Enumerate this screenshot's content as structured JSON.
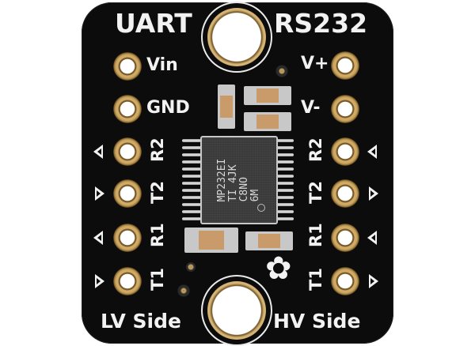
{
  "board": {
    "description": "Adafruit RS232 to UART breakout PCB (black) with gold plated pads",
    "colors": {
      "pcb": "#0c0c0c",
      "silkscreen": "#f2f2f2",
      "gold": "#c9a45d",
      "chip": "#3a3a3a",
      "capacitor": "#c99a6a"
    },
    "header": {
      "left_title": "UART",
      "right_title": "RS232"
    },
    "left_pins": [
      {
        "label": "Vin",
        "direction": "none"
      },
      {
        "label": "GND",
        "direction": "none"
      },
      {
        "label": "R2",
        "direction": "out"
      },
      {
        "label": "T2",
        "direction": "in"
      },
      {
        "label": "R1",
        "direction": "out"
      },
      {
        "label": "T1",
        "direction": "in"
      }
    ],
    "right_pins": [
      {
        "label": "V+",
        "direction": "none"
      },
      {
        "label": "V-",
        "direction": "none"
      },
      {
        "label": "R2",
        "direction": "in"
      },
      {
        "label": "T2",
        "direction": "out"
      },
      {
        "label": "R1",
        "direction": "in"
      },
      {
        "label": "T1",
        "direction": "out"
      }
    ],
    "chip": {
      "lines": [
        "MP232EI",
        "TI 4JK",
        "C8NO",
        "6M"
      ]
    },
    "footer": {
      "left_label": "LV Side",
      "right_label": "HV Side"
    },
    "logo": "adafruit-flower"
  }
}
